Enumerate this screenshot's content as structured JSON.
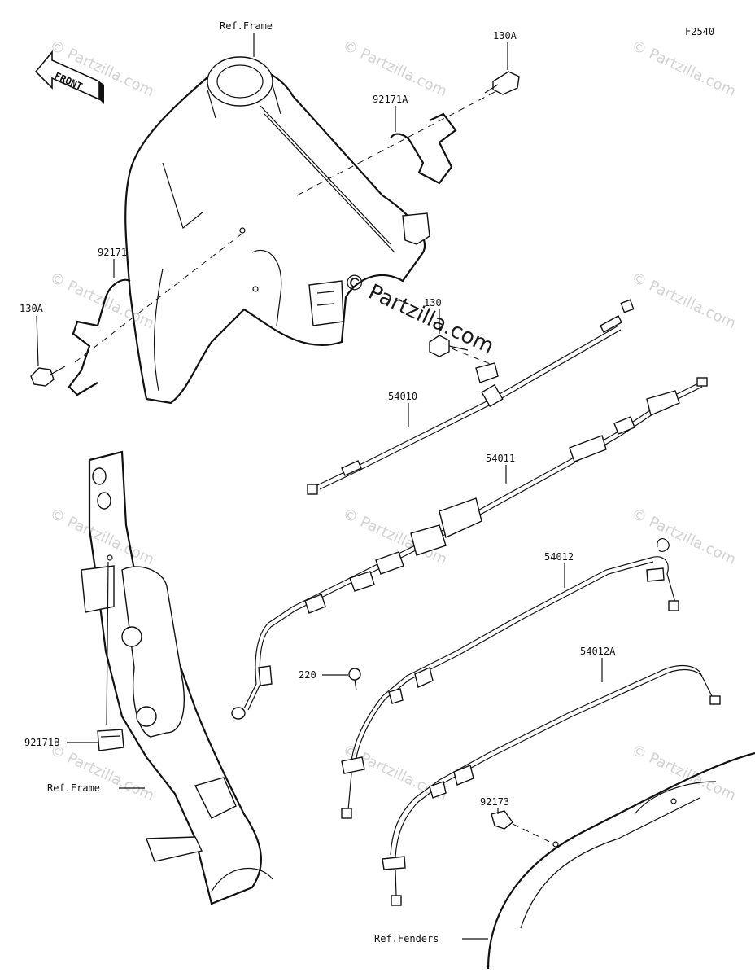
{
  "figure_code": "F2540",
  "front_arrow": "FRONT",
  "watermark": "© Partzilla.com",
  "center_watermark": "© Partzilla.com",
  "callouts": {
    "ref_frame_top": "Ref.Frame",
    "ref_frame_bottom": "Ref.Frame",
    "ref_fenders": "Ref.Fenders",
    "p130a_top": "130A",
    "p130a_left": "130A",
    "p130": "130",
    "p92171a": "92171A",
    "p92171": "92171",
    "p92171b": "92171B",
    "p92173": "92173",
    "p220": "220",
    "p54010": "54010",
    "p54011": "54011",
    "p54012": "54012",
    "p54012a": "54012A"
  }
}
